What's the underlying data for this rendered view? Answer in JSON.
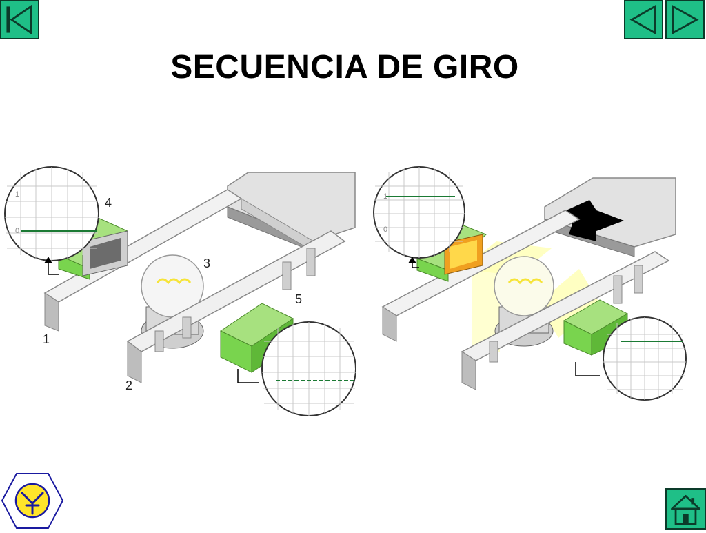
{
  "title": "SECUENCIA DE GIRO",
  "colors": {
    "button_green": "#1fbf87",
    "magnet_green": "#79d44e",
    "bulb_glow": "#ffff66",
    "arrow": "#000000"
  },
  "navigation": {
    "first": "first-slide-icon",
    "previous": "previous-slide-icon",
    "next": "next-slide-icon",
    "home": "home-icon",
    "logo": "logo-icon"
  },
  "diagram_left": {
    "labels": [
      "1",
      "2",
      "3",
      "4",
      "5"
    ],
    "gauge_marks": [
      "1",
      "0"
    ]
  },
  "diagram_right": {
    "gauge_marks": [
      "1",
      "0"
    ]
  }
}
